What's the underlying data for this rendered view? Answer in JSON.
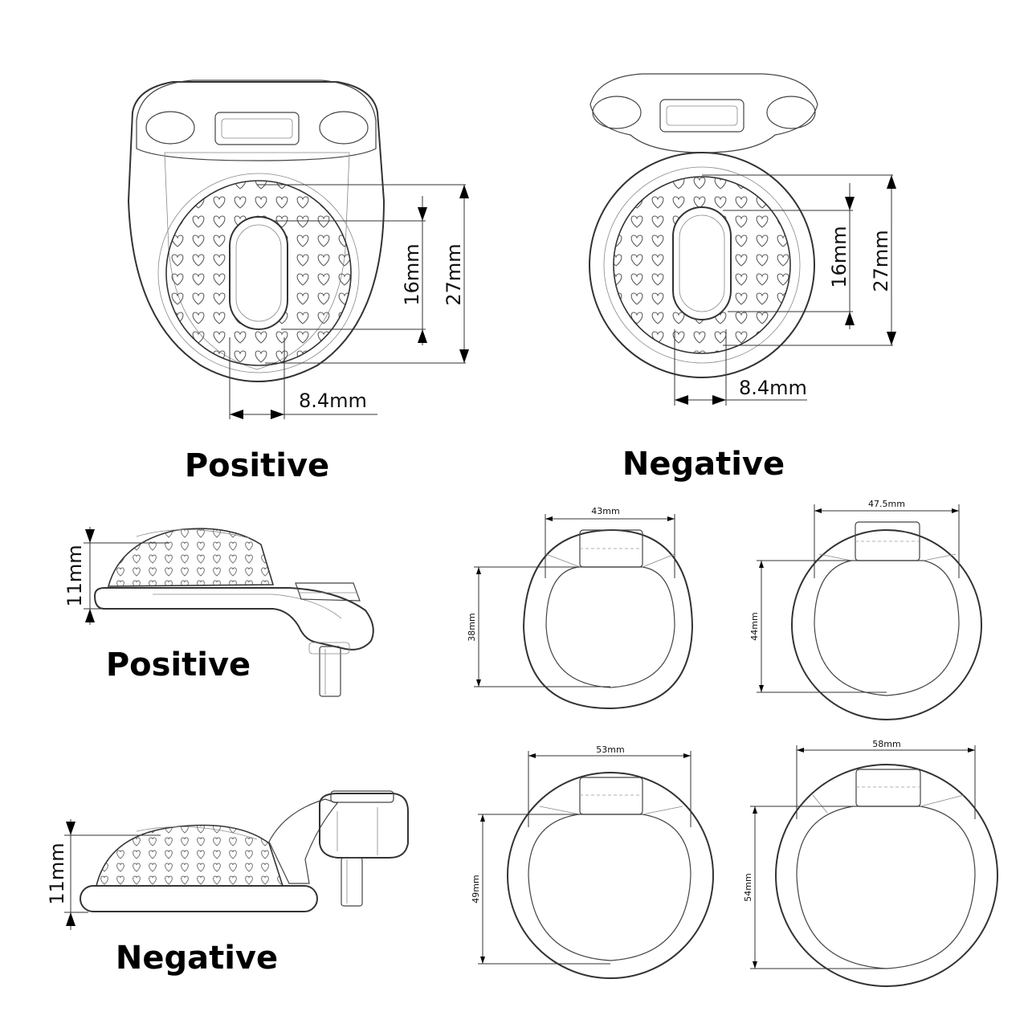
{
  "top": {
    "positive": {
      "label": "Positive",
      "dim_height_inner": "16mm",
      "dim_height_outer": "27mm",
      "dim_width": "8.4mm"
    },
    "negative": {
      "label": "Negative",
      "dim_height_inner": "16mm",
      "dim_height_outer": "27mm",
      "dim_width": "8.4mm"
    }
  },
  "side": {
    "positive": {
      "label": "Positive",
      "dim_height": "11mm"
    },
    "negative": {
      "label": "Negative",
      "dim_height": "11mm"
    }
  },
  "rings": [
    {
      "width": "43mm",
      "height": "38mm"
    },
    {
      "width": "47.5mm",
      "height": "44mm"
    },
    {
      "width": "53mm",
      "height": "49mm"
    },
    {
      "width": "58mm",
      "height": "54mm"
    }
  ]
}
